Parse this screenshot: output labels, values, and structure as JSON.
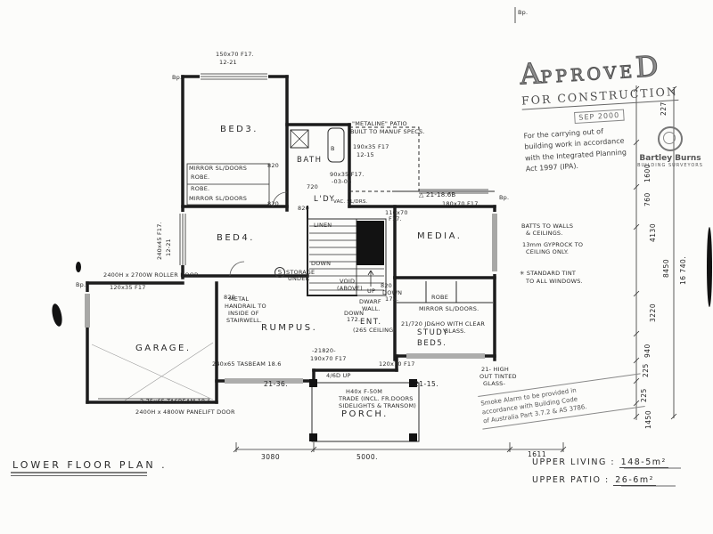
{
  "colors": {
    "paper": "#fcfcfa",
    "ink": "#1c1c1c",
    "stamp": "#4f4f4f"
  },
  "title": "LOWER FLOOR PLAN .",
  "rooms": {
    "bed3": "BED3.",
    "bath": "BATH",
    "ldy": "L'DY",
    "linen": "LINEN",
    "bed4": "BED4.",
    "media": "MEDIA.",
    "garage": "GARAGE.",
    "rumpus": "RUMPUS.",
    "ent": "ENT.",
    "ent_ceiling": "(265 CEILING)",
    "study": "STUDY",
    "bed5": "BED5.",
    "porch": "PORCH.",
    "robe": "ROBE"
  },
  "annotations": {
    "win_top": "150x70 F17.",
    "win_top_b": "12-21",
    "bp1": "Bp.",
    "bp2": "Bp.",
    "bp3": "Bp.",
    "bp4": "Bp.",
    "mirror1": "MIRROR SL/DOORS",
    "robe1": "ROBE.",
    "robe2": "ROBE.",
    "mirror2": "MIRROR SL/DOORS",
    "b": "B",
    "d820a": "820",
    "d720a": "720",
    "d820b": "820",
    "d820c": "820",
    "d820d": "820",
    "d820e": "820",
    "metaline1": "\"METALINE\" PATIO",
    "metaline2": "BUILT TO MANUF SPECS.",
    "win_patio": "190x35 F17",
    "win_patio_b": "12-15",
    "win_bath": "90x35 F17.",
    "win_bath_b": "-03-06",
    "tri": "△ 21-18.6B",
    "win_media": "180x70 F17.",
    "vac": "VAC. SL/DRS.",
    "win_hall": "110x70",
    "win_hall_b": "F17.",
    "win_left": "240x45 F17.",
    "win_left_b": "12-21",
    "batts1": "BATTS TO WALLS",
    "batts2": "& CEILINGS.",
    "batts3": "13mm GYPROCK TO",
    "batts4": "CEILING ONLY.",
    "tint1": "✳ STANDARD TINT",
    "tint2": "TO ALL WINDOWS.",
    "roller": "2400H x 2700W ROLLER DOOR",
    "win_garage": "120x35 F17",
    "handrail1": "METAL",
    "handrail2": "HANDRAIL TO",
    "handrail3": "INSIDE OF",
    "handrail4": "STAIRWELL.",
    "storage1": "STORAGE",
    "storage2": "UNDER",
    "s": "S",
    "void1": "VOID",
    "void2": "(ABOVE)",
    "up": "UP",
    "down": "DOWN",
    "down172a": "DOWN",
    "down172a_b": "172.",
    "down172b": "DOWN",
    "down172b_b": "172.",
    "dwarf1": "DWARF",
    "dwarf2": "WALL.",
    "mirror3": "MIRROR SL/DOORS.",
    "jd1": "21/720 JD&HO WITH CLEAR",
    "jd2": "GLASS.",
    "w21820": "-21820-",
    "win_ent": "190x70 F17",
    "win_study": "120x70 F17",
    "tas_top": "240x65 TASBEAM 18.6",
    "dim2136": "21-36.",
    "dim2115": "21-15.",
    "d46": "4/6D UP",
    "high1": "21- HIGH",
    "high2": "OUT TINTED",
    "high3": "GLASS-",
    "trade1": "H40x F-50M",
    "trade2": "TRADE (INCL. FR.DOORS",
    "trade3": "SIDELIGHTS & TRANSOM)",
    "tas_bot": "2.75x65 TASBEAM 18.6.",
    "panelift": "2400H x 4800W PANELIFT DOOR"
  },
  "dims": {
    "b3080": "3080",
    "b5000": "5000.",
    "b1611": "1611",
    "r227": "227",
    "r1600": "1600",
    "r760": "760",
    "r4130": "4130",
    "r8450": "8450",
    "r16740": "16 740.",
    "r3220": "3220",
    "r940": "940",
    "r225a": "225",
    "r225b": "225",
    "r1450": "1450"
  },
  "stamp": {
    "t1": "A",
    "t2": "PPROVE",
    "t3": "D",
    "line2": "FOR CONSTRUCTION",
    "date": "SEP 2000",
    "b1": "For the carrying out of",
    "b2": "building work in accordance",
    "b3": "with the Integrated Planning",
    "b4": "Act 1997 (IPA).",
    "logo_name": "Bartley Burns",
    "logo_sub": "BUILDING SURVEYORS"
  },
  "smoke": {
    "l1": "Smoke Alarm to be provided in",
    "l2": "accordance with Building Code",
    "l3": "of Australia Part 3.7.2 & AS 3786."
  },
  "areas": {
    "living_label": "UPPER LIVING :",
    "living_value": "148-5m²",
    "patio_label": "UPPER PATIO :",
    "patio_value": "26-6m²"
  }
}
